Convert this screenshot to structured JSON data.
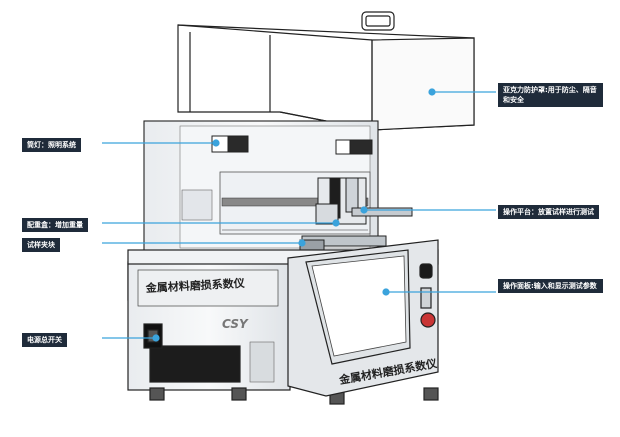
{
  "callouts": {
    "cover": "亚克力防护罩:用于防尘、隔音和安全",
    "lamp": "筒灯：照明系统",
    "weight_box": "配重盒：增加重量",
    "clamp": "试样夹块",
    "power_switch": "电源总开关",
    "platform": "操作平台：放置试样进行测试",
    "panel": "操作面板:输入和显示测试参数"
  },
  "machine": {
    "front_text": "金属材料磨损系数仪",
    "panel_text": "金属材料磨损系数仪",
    "logo": "CSY"
  },
  "colors": {
    "leader": "#3ba3dc",
    "label_bg": "#1f2b3a",
    "outline": "#222222"
  }
}
